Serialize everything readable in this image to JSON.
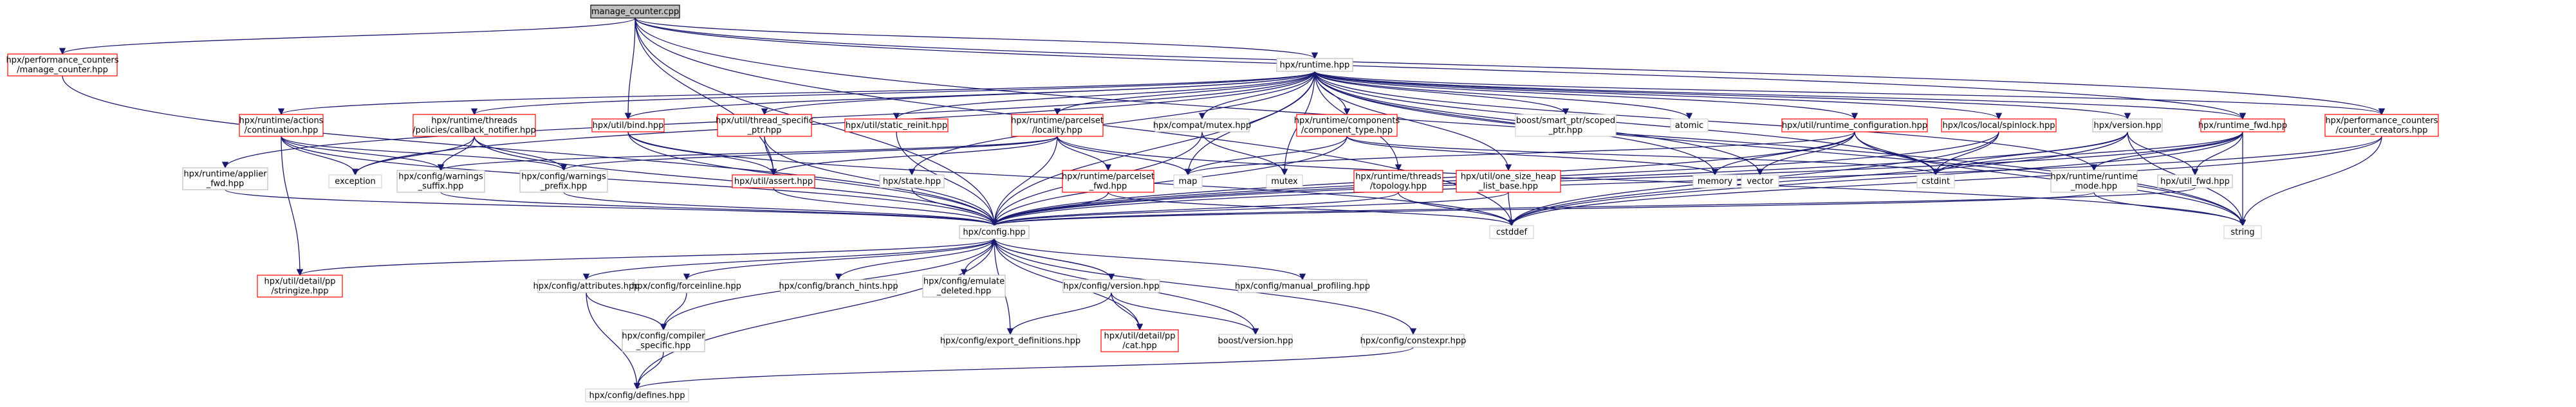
{
  "colors": {
    "edge": "#191970",
    "border_linked": "#bfbfbf",
    "border_missing": "#ff0000",
    "border_external": "#d3d3d3",
    "root_fill": "#bfbfbf",
    "root_border": "#000000",
    "node_fill": "#ffffff"
  },
  "nodes": [
    {
      "id": "n0",
      "lines": [
        "manage_counter.cpp"
      ],
      "kind": "root"
    },
    {
      "id": "n1",
      "lines": [
        "hpx/performance_counters",
        "/manage_counter.hpp"
      ],
      "kind": "missing"
    },
    {
      "id": "n2",
      "lines": [
        "hpx/runtime.hpp"
      ],
      "kind": "linked"
    },
    {
      "id": "n3",
      "lines": [
        "hpx/config.hpp"
      ],
      "kind": "linked"
    },
    {
      "id": "n4",
      "lines": [
        "hpx/runtime/actions",
        "/continuation.hpp"
      ],
      "kind": "missing"
    },
    {
      "id": "n5",
      "lines": [
        "hpx/runtime/threads",
        "/policies/callback_notifier.hpp"
      ],
      "kind": "missing"
    },
    {
      "id": "n6",
      "lines": [
        "hpx/util/bind.hpp"
      ],
      "kind": "missing"
    },
    {
      "id": "n7",
      "lines": [
        "hpx/util/thread_specific",
        "_ptr.hpp"
      ],
      "kind": "missing"
    },
    {
      "id": "n8",
      "lines": [
        "hpx/util/static_reinit.hpp"
      ],
      "kind": "missing"
    },
    {
      "id": "n9",
      "lines": [
        "hpx/runtime/parcelset",
        "/locality.hpp"
      ],
      "kind": "missing"
    },
    {
      "id": "n10",
      "lines": [
        "hpx/compat/mutex.hpp"
      ],
      "kind": "linked"
    },
    {
      "id": "n11",
      "lines": [
        "hpx/runtime/components",
        "/component_type.hpp"
      ],
      "kind": "missing"
    },
    {
      "id": "n12",
      "lines": [
        "boost/smart_ptr/scoped",
        "_ptr.hpp"
      ],
      "kind": "external"
    },
    {
      "id": "n13",
      "lines": [
        "atomic"
      ],
      "kind": "external"
    },
    {
      "id": "n14",
      "lines": [
        "hpx/util/runtime_configuration.hpp"
      ],
      "kind": "missing"
    },
    {
      "id": "n15",
      "lines": [
        "hpx/lcos/local/spinlock.hpp"
      ],
      "kind": "missing"
    },
    {
      "id": "n16",
      "lines": [
        "hpx/version.hpp"
      ],
      "kind": "linked"
    },
    {
      "id": "n17",
      "lines": [
        "hpx/runtime_fwd.hpp"
      ],
      "kind": "missing"
    },
    {
      "id": "n18",
      "lines": [
        "hpx/performance_counters",
        "/counter_creators.hpp"
      ],
      "kind": "missing"
    },
    {
      "id": "n19",
      "lines": [
        "hpx/runtime/applier",
        "_fwd.hpp"
      ],
      "kind": "linked"
    },
    {
      "id": "n20",
      "lines": [
        "exception"
      ],
      "kind": "external"
    },
    {
      "id": "n21",
      "lines": [
        "hpx/config/warnings",
        "_suffix.hpp"
      ],
      "kind": "linked"
    },
    {
      "id": "n22",
      "lines": [
        "hpx/config/warnings",
        "_prefix.hpp"
      ],
      "kind": "linked"
    },
    {
      "id": "n23",
      "lines": [
        "hpx/util/assert.hpp"
      ],
      "kind": "missing"
    },
    {
      "id": "n24",
      "lines": [
        "hpx/state.hpp"
      ],
      "kind": "linked"
    },
    {
      "id": "n25",
      "lines": [
        "hpx/runtime/parcelset",
        "_fwd.hpp"
      ],
      "kind": "missing"
    },
    {
      "id": "n26",
      "lines": [
        "map"
      ],
      "kind": "external"
    },
    {
      "id": "n27",
      "lines": [
        "mutex"
      ],
      "kind": "external"
    },
    {
      "id": "n28",
      "lines": [
        "hpx/runtime/threads",
        "/topology.hpp"
      ],
      "kind": "missing"
    },
    {
      "id": "n29",
      "lines": [
        "hpx/util/one_size_heap",
        "_list_base.hpp"
      ],
      "kind": "missing"
    },
    {
      "id": "n30",
      "lines": [
        "memory"
      ],
      "kind": "external"
    },
    {
      "id": "n31",
      "lines": [
        "vector"
      ],
      "kind": "external"
    },
    {
      "id": "n32",
      "lines": [
        "cstdint"
      ],
      "kind": "external"
    },
    {
      "id": "n33",
      "lines": [
        "hpx/runtime/runtime",
        "_mode.hpp"
      ],
      "kind": "linked"
    },
    {
      "id": "n34",
      "lines": [
        "hpx/util_fwd.hpp"
      ],
      "kind": "linked"
    },
    {
      "id": "n35",
      "lines": [
        "string"
      ],
      "kind": "external"
    },
    {
      "id": "n36",
      "lines": [
        "cstddef"
      ],
      "kind": "external"
    },
    {
      "id": "n37",
      "lines": [
        "hpx/util/detail/pp",
        "/stringize.hpp"
      ],
      "kind": "missing"
    },
    {
      "id": "n38",
      "lines": [
        "hpx/config/attributes.hpp"
      ],
      "kind": "linked"
    },
    {
      "id": "n39",
      "lines": [
        "hpx/config/forceinline.hpp"
      ],
      "kind": "linked"
    },
    {
      "id": "n40",
      "lines": [
        "hpx/config/branch_hints.hpp"
      ],
      "kind": "linked"
    },
    {
      "id": "n41",
      "lines": [
        "hpx/config/emulate",
        "_deleted.hpp"
      ],
      "kind": "linked"
    },
    {
      "id": "n42",
      "lines": [
        "hpx/config/version.hpp"
      ],
      "kind": "linked"
    },
    {
      "id": "n43",
      "lines": [
        "hpx/config/manual_profiling.hpp"
      ],
      "kind": "linked"
    },
    {
      "id": "n44",
      "lines": [
        "hpx/config/compiler",
        "_specific.hpp"
      ],
      "kind": "linked"
    },
    {
      "id": "n45",
      "lines": [
        "hpx/config/export_definitions.hpp"
      ],
      "kind": "linked"
    },
    {
      "id": "n46",
      "lines": [
        "hpx/util/detail/pp",
        "/cat.hpp"
      ],
      "kind": "missing"
    },
    {
      "id": "n47",
      "lines": [
        "boost/version.hpp"
      ],
      "kind": "external"
    },
    {
      "id": "n48",
      "lines": [
        "hpx/config/constexpr.hpp"
      ],
      "kind": "linked"
    },
    {
      "id": "n49",
      "lines": [
        "hpx/config/defines.hpp"
      ],
      "kind": "external"
    }
  ],
  "edges": [
    [
      "n0",
      "n1"
    ],
    [
      "n0",
      "n2"
    ],
    [
      "n0",
      "n3"
    ],
    [
      "n0",
      "n6"
    ],
    [
      "n0",
      "n23"
    ],
    [
      "n0",
      "n18"
    ],
    [
      "n0",
      "n17"
    ],
    [
      "n0",
      "n35"
    ],
    [
      "n0",
      "n36"
    ],
    [
      "n1",
      "n3"
    ],
    [
      "n2",
      "n3"
    ],
    [
      "n2",
      "n4"
    ],
    [
      "n2",
      "n5"
    ],
    [
      "n2",
      "n6"
    ],
    [
      "n2",
      "n7"
    ],
    [
      "n2",
      "n8"
    ],
    [
      "n2",
      "n9"
    ],
    [
      "n2",
      "n10"
    ],
    [
      "n2",
      "n11"
    ],
    [
      "n2",
      "n12"
    ],
    [
      "n2",
      "n13"
    ],
    [
      "n2",
      "n14"
    ],
    [
      "n2",
      "n15"
    ],
    [
      "n2",
      "n16"
    ],
    [
      "n2",
      "n17"
    ],
    [
      "n2",
      "n18"
    ],
    [
      "n2",
      "n19"
    ],
    [
      "n2",
      "n20"
    ],
    [
      "n2",
      "n24"
    ],
    [
      "n2",
      "n26"
    ],
    [
      "n2",
      "n27"
    ],
    [
      "n2",
      "n28"
    ],
    [
      "n2",
      "n29"
    ],
    [
      "n2",
      "n30"
    ],
    [
      "n2",
      "n31"
    ],
    [
      "n2",
      "n32"
    ],
    [
      "n2",
      "n33"
    ],
    [
      "n2",
      "n35"
    ],
    [
      "n4",
      "n20"
    ],
    [
      "n4",
      "n21"
    ],
    [
      "n4",
      "n22"
    ],
    [
      "n4",
      "n3"
    ],
    [
      "n4",
      "n37"
    ],
    [
      "n5",
      "n20"
    ],
    [
      "n5",
      "n21"
    ],
    [
      "n5",
      "n22"
    ],
    [
      "n5",
      "n3"
    ],
    [
      "n6",
      "n3"
    ],
    [
      "n6",
      "n23"
    ],
    [
      "n6",
      "n36"
    ],
    [
      "n7",
      "n23"
    ],
    [
      "n7",
      "n3"
    ],
    [
      "n8",
      "n3"
    ],
    [
      "n9",
      "n21"
    ],
    [
      "n9",
      "n22"
    ],
    [
      "n9",
      "n23"
    ],
    [
      "n9",
      "n25"
    ],
    [
      "n9",
      "n26"
    ],
    [
      "n9",
      "n3"
    ],
    [
      "n9",
      "n35"
    ],
    [
      "n10",
      "n27"
    ],
    [
      "n10",
      "n3"
    ],
    [
      "n11",
      "n3"
    ],
    [
      "n11",
      "n30"
    ],
    [
      "n11",
      "n32"
    ],
    [
      "n11",
      "n26"
    ],
    [
      "n14",
      "n30"
    ],
    [
      "n14",
      "n31"
    ],
    [
      "n14",
      "n32"
    ],
    [
      "n14",
      "n35"
    ],
    [
      "n14",
      "n3"
    ],
    [
      "n14",
      "n26"
    ],
    [
      "n15",
      "n32"
    ],
    [
      "n15",
      "n3"
    ],
    [
      "n15",
      "n36"
    ],
    [
      "n16",
      "n32"
    ],
    [
      "n16",
      "n35"
    ],
    [
      "n16",
      "n3"
    ],
    [
      "n16",
      "n34"
    ],
    [
      "n16",
      "n36"
    ],
    [
      "n17",
      "n32"
    ],
    [
      "n17",
      "n33"
    ],
    [
      "n17",
      "n34"
    ],
    [
      "n17",
      "n3"
    ],
    [
      "n17",
      "n35"
    ],
    [
      "n17",
      "n36"
    ],
    [
      "n18",
      "n35"
    ],
    [
      "n18",
      "n3"
    ],
    [
      "n18",
      "n36"
    ],
    [
      "n19",
      "n3"
    ],
    [
      "n21",
      "n3"
    ],
    [
      "n22",
      "n3"
    ],
    [
      "n23",
      "n3"
    ],
    [
      "n24",
      "n3"
    ],
    [
      "n25",
      "n3"
    ],
    [
      "n25",
      "n36"
    ],
    [
      "n28",
      "n3"
    ],
    [
      "n28",
      "n36"
    ],
    [
      "n29",
      "n3"
    ],
    [
      "n29",
      "n36"
    ],
    [
      "n33",
      "n35"
    ],
    [
      "n33",
      "n3"
    ],
    [
      "n34",
      "n3"
    ],
    [
      "n3",
      "n37"
    ],
    [
      "n3",
      "n38"
    ],
    [
      "n3",
      "n39"
    ],
    [
      "n3",
      "n40"
    ],
    [
      "n3",
      "n41"
    ],
    [
      "n3",
      "n42"
    ],
    [
      "n3",
      "n43"
    ],
    [
      "n3",
      "n44"
    ],
    [
      "n3",
      "n45"
    ],
    [
      "n3",
      "n46"
    ],
    [
      "n3",
      "n47"
    ],
    [
      "n3",
      "n48"
    ],
    [
      "n3",
      "n49"
    ],
    [
      "n38",
      "n44"
    ],
    [
      "n38",
      "n49"
    ],
    [
      "n39",
      "n44"
    ],
    [
      "n42",
      "n3"
    ],
    [
      "n42",
      "n45"
    ],
    [
      "n42",
      "n46"
    ],
    [
      "n42",
      "n47"
    ],
    [
      "n44",
      "n49"
    ],
    [
      "n48",
      "n49"
    ]
  ]
}
